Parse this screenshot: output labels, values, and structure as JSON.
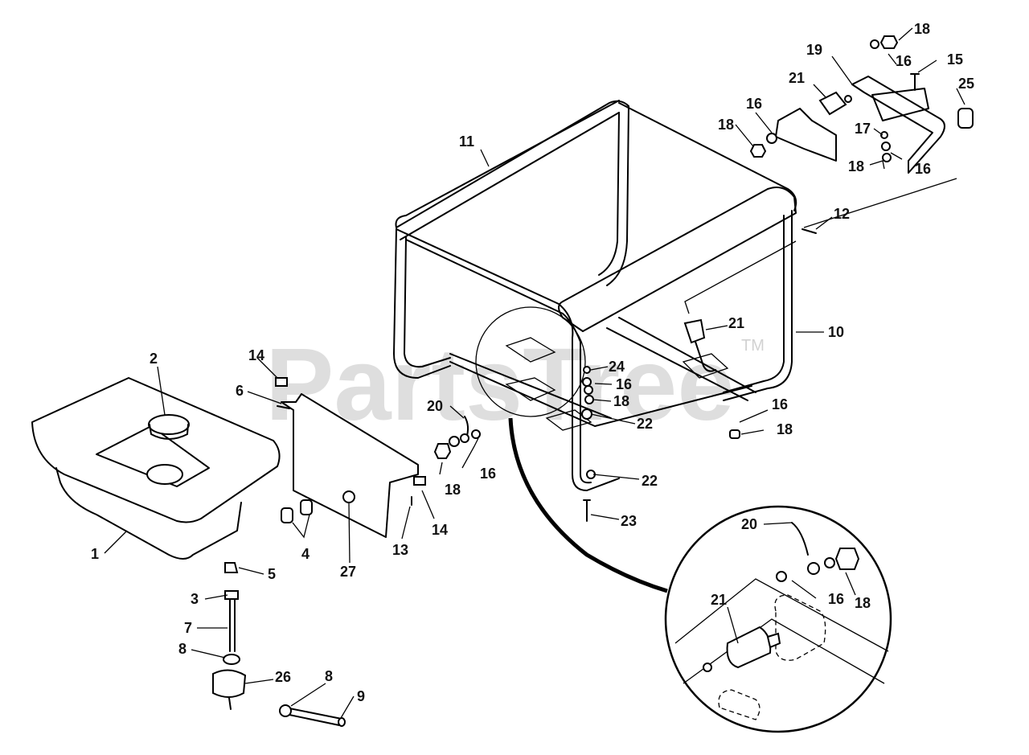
{
  "watermark": {
    "text": "PartsTree",
    "mark": "TM"
  },
  "diagram": {
    "callouts": [
      {
        "id": "c1",
        "label": "1"
      },
      {
        "id": "c2",
        "label": "2"
      },
      {
        "id": "c3",
        "label": "3"
      },
      {
        "id": "c4",
        "label": "4"
      },
      {
        "id": "c5",
        "label": "5"
      },
      {
        "id": "c6",
        "label": "6"
      },
      {
        "id": "c7",
        "label": "7"
      },
      {
        "id": "c8a",
        "label": "8"
      },
      {
        "id": "c8b",
        "label": "8"
      },
      {
        "id": "c9",
        "label": "9"
      },
      {
        "id": "c10",
        "label": "10"
      },
      {
        "id": "c11",
        "label": "11"
      },
      {
        "id": "c12",
        "label": "12"
      },
      {
        "id": "c13",
        "label": "13"
      },
      {
        "id": "c14a",
        "label": "14"
      },
      {
        "id": "c14b",
        "label": "14"
      },
      {
        "id": "c15",
        "label": "15"
      },
      {
        "id": "c16a",
        "label": "16"
      },
      {
        "id": "c16b",
        "label": "16"
      },
      {
        "id": "c16c",
        "label": "16"
      },
      {
        "id": "c16d",
        "label": "16"
      },
      {
        "id": "c16e",
        "label": "16"
      },
      {
        "id": "c16f",
        "label": "16"
      },
      {
        "id": "c16g",
        "label": "16"
      },
      {
        "id": "c17",
        "label": "17"
      },
      {
        "id": "c18a",
        "label": "18"
      },
      {
        "id": "c18b",
        "label": "18"
      },
      {
        "id": "c18c",
        "label": "18"
      },
      {
        "id": "c18d",
        "label": "18"
      },
      {
        "id": "c18e",
        "label": "18"
      },
      {
        "id": "c18f",
        "label": "18"
      },
      {
        "id": "c18g",
        "label": "18"
      },
      {
        "id": "c19",
        "label": "19"
      },
      {
        "id": "c20a",
        "label": "20"
      },
      {
        "id": "c20b",
        "label": "20"
      },
      {
        "id": "c21a",
        "label": "21"
      },
      {
        "id": "c21b",
        "label": "21"
      },
      {
        "id": "c21c",
        "label": "21"
      },
      {
        "id": "c22a",
        "label": "22"
      },
      {
        "id": "c22b",
        "label": "22"
      },
      {
        "id": "c23",
        "label": "23"
      },
      {
        "id": "c24",
        "label": "24"
      },
      {
        "id": "c25",
        "label": "25"
      },
      {
        "id": "c26",
        "label": "26"
      },
      {
        "id": "c27",
        "label": "27"
      }
    ]
  }
}
